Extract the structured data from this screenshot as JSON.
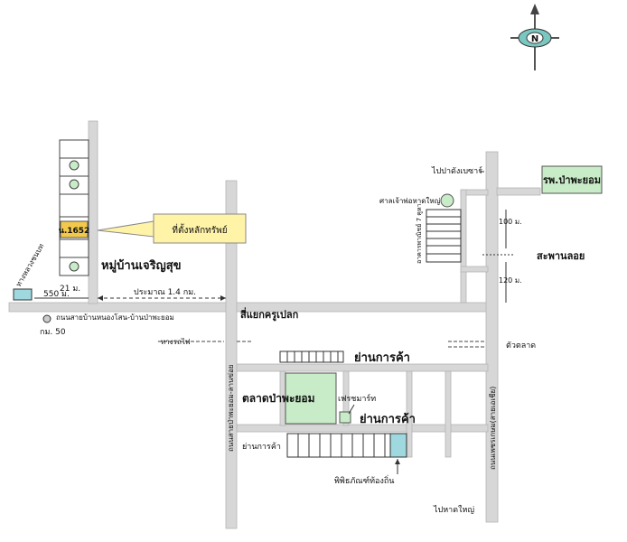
{
  "labels": {
    "plot_number": "น.1652",
    "plot_callout": "ที่ตั้งหลักทรัพย์",
    "village": "หมู่บ้านเจริญสุข",
    "dist_21": "21 ม.",
    "dist_550": "550 ม.",
    "dist_14km": "ประมาณ 1.4 กม.",
    "road_main_west": "ถนนสายบ้านหนองโสน-บ้านป่าพะยอม",
    "km_marker": "กม. 50",
    "hospital_road": "ทางหลวงชนบท",
    "junction": "สี่แยกครูเปลก",
    "to_hospital": "ไปปาดังเบซาร์",
    "hospital": "รพ.ป่าพะยอม",
    "shrine": "ศาลเจ้าพ่อหาดใหญ่",
    "dist_100": "100 ม.",
    "bridge": "สะพานลอย",
    "dist_120": "120 ม.",
    "apartment": "อาคารพาณิชย์ 7 คูหา",
    "dashed_left": "ทางรถไฟ",
    "dashed_right": "ตัวตลาด",
    "trade_area_1": "ย่านการค้า",
    "market": "ตลาดป่าพะยอม",
    "fresh_mart": "เฟรชมาร์ท",
    "trade_area_2": "ย่านการค้า",
    "trade_area_3": "ย่านการค้า",
    "vertical_road_mid": "ถนนสายป่าพะยอม-ลานข่อย",
    "vertical_road_right": "ถนนเพชรเกษม(สายเอเชีย)",
    "museum": "พิพิธภัณฑ์ท้องถิ่น",
    "to_hatyai": "ไปหาดใหญ่",
    "compass": "N"
  },
  "colors": {
    "road": "#d7d7d7",
    "green": "#c8ecc8",
    "callout": "#fff3a8",
    "plot": "#f2c94c",
    "teal": "#9fd8de"
  },
  "icons": {
    "compass": "compass-icon",
    "km_marker": "circle-marker-icon"
  }
}
